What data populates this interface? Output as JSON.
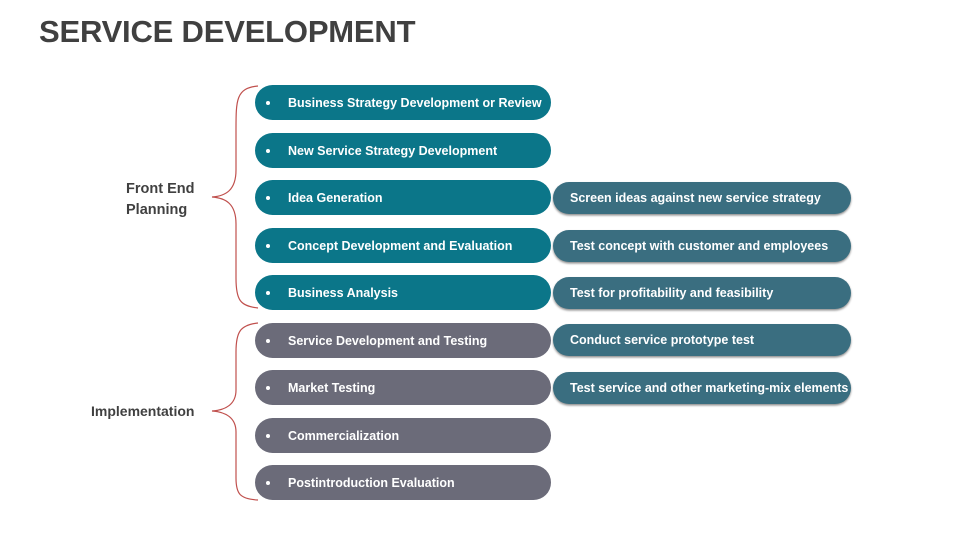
{
  "title": "SERVICE DEVELOPMENT",
  "colors": {
    "front_end_pill": "#0b7689",
    "implementation_pill": "#6b6b79",
    "note_pill": "#3a6e80",
    "brace": "#c0504d",
    "title_text": "#404040"
  },
  "groups": [
    {
      "label_line1": "Front End",
      "label_line2": "Planning",
      "steps": [
        {
          "label": "Business Strategy Development or Review",
          "note": null
        },
        {
          "label": "New Service Strategy Development",
          "note": null
        },
        {
          "label": "Idea Generation",
          "note": "Screen ideas against new service strategy"
        },
        {
          "label": "Concept Development and Evaluation",
          "note": "Test concept with customer and employees"
        },
        {
          "label": "Business Analysis",
          "note": "Test for profitability and feasibility"
        }
      ]
    },
    {
      "label_line1": "Implementation",
      "steps": [
        {
          "label": "Service Development and Testing",
          "note": "Conduct service prototype test"
        },
        {
          "label": "Market Testing",
          "note": "Test service and other marketing-mix elements"
        },
        {
          "label": "Commercialization",
          "note": null
        },
        {
          "label": "Postintroduction Evaluation",
          "note": null
        }
      ]
    }
  ],
  "bullet_icon": "bullet-dot"
}
